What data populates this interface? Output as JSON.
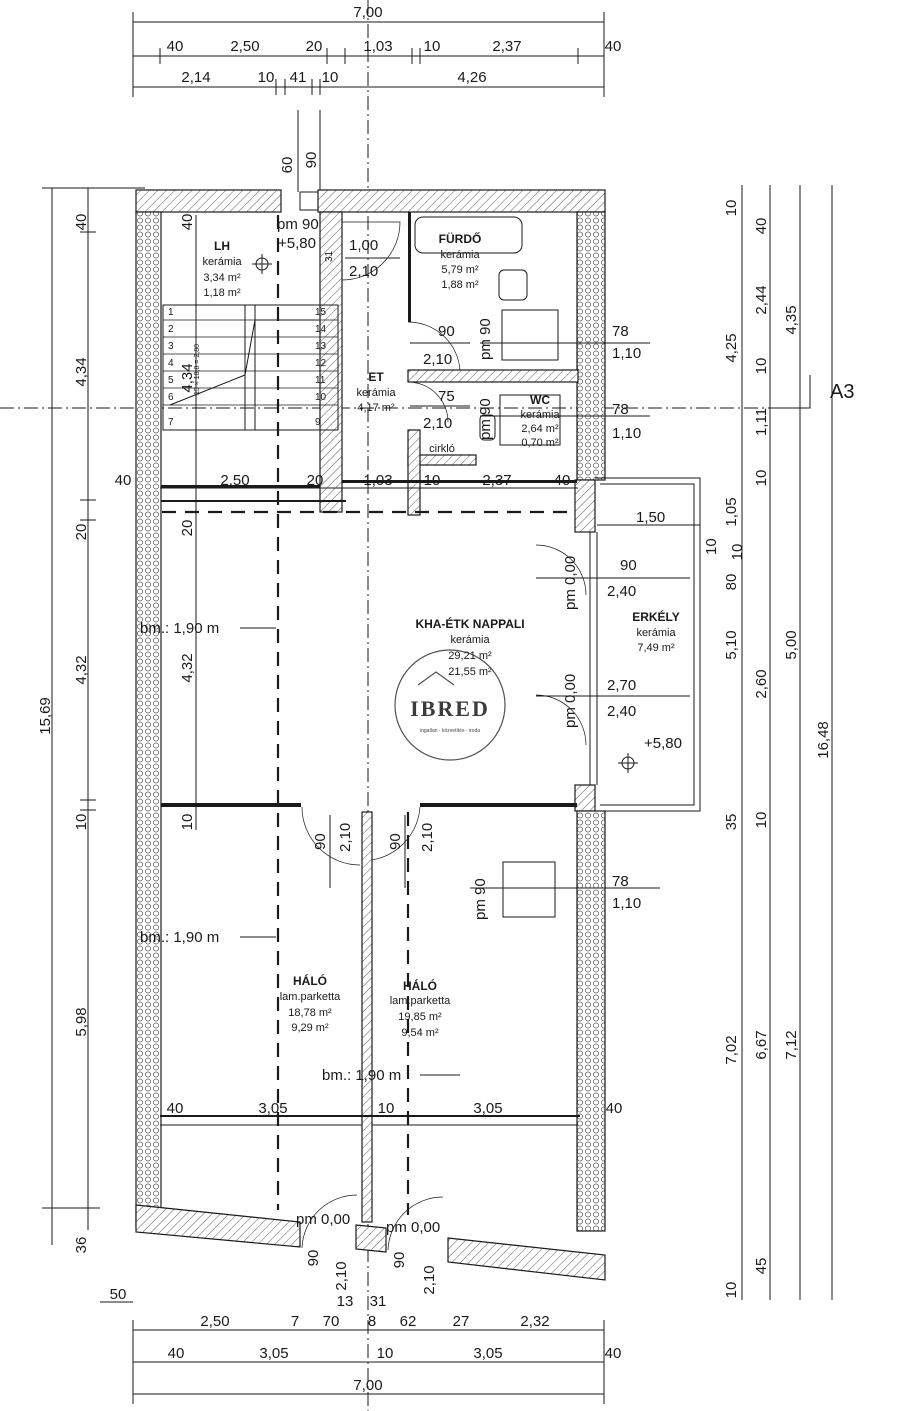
{
  "section_marker": "A3",
  "watermark": {
    "brand": "IBRED",
    "tagline": "ingatlan · közvetítés · iroda"
  },
  "top_dims": {
    "row1": [
      "7,00"
    ],
    "row2": [
      "40",
      "2,50",
      "20",
      "1,03",
      "10",
      "2,37",
      "40"
    ],
    "row3": [
      "2,14",
      "10",
      "41",
      "10",
      "4,26"
    ],
    "vert": [
      "60",
      "90"
    ]
  },
  "bottom_dims": {
    "row1": [
      "50"
    ],
    "row2": [
      "2,50",
      "7",
      "70",
      "13",
      "8",
      "31",
      "62",
      "27",
      "2,32"
    ],
    "row3": [
      "40",
      "3,05",
      "10",
      "3,05",
      "40"
    ],
    "row4": [
      "7,00"
    ],
    "vert": [
      "90",
      "2,10",
      "90",
      "2,10"
    ]
  },
  "left_dims": {
    "outer": [
      "15,69",
      "36"
    ],
    "inner": [
      "40",
      "4,34",
      "20",
      "4,32",
      "10",
      "5,98"
    ],
    "innermost": [
      "40",
      "4,34",
      "20",
      "4,32",
      "10"
    ]
  },
  "right_dims": {
    "col1": [
      "10",
      "4,25",
      "1,05",
      "5,10",
      "35",
      "7,02",
      "10"
    ],
    "col2": [
      "40",
      "2,44",
      "10",
      "1,11",
      "10",
      "10",
      "80",
      "2,60",
      "10",
      "45"
    ],
    "col3": [
      "4,35",
      "5,00",
      "6,67"
    ],
    "col4": [
      "16,48",
      "7,12"
    ]
  },
  "rooms": {
    "lh": {
      "name": "LH",
      "finish": "kerámia",
      "area1": "3,34 m²",
      "area2": "1,18 m²"
    },
    "furdo": {
      "name": "FÜRDŐ",
      "finish": "kerámia",
      "area1": "5,79 m²",
      "area2": "1,88 m²"
    },
    "et": {
      "name": "ET",
      "finish": "kerámia",
      "area1": "4,17 m²"
    },
    "wc": {
      "name": "WC",
      "finish": "kerámia",
      "area1": "2,64 m²",
      "area2": "0,70 m²"
    },
    "cirklo": {
      "name": "cirkló"
    },
    "nappali": {
      "name": "KHA-ÉTK NAPPALI",
      "finish": "kerámia",
      "area1": "29,21 m²",
      "area2": "21,55 m²"
    },
    "erkely": {
      "name": "ERKÉLY",
      "finish": "kerámia",
      "area1": "7,49 m²"
    },
    "halo1": {
      "name": "HÁLÓ",
      "finish": "lam.parketta",
      "area1": "18,78 m²",
      "area2": "9,29 m²"
    },
    "halo2": {
      "name": "HÁLÓ",
      "finish": "lam.parketta",
      "area1": "19,85 m²",
      "area2": "9,54 m²"
    }
  },
  "levels": [
    "+5,80",
    "+5,80"
  ],
  "room_heights": [
    "bm.: 1,90 m",
    "bm.: 1,90 m",
    "bm.: 1,90 m"
  ],
  "interior_dims": {
    "stair_row": [
      "40",
      "2,50",
      "20",
      "1,03",
      "10",
      "2,37",
      "40"
    ],
    "door_et": [
      "1,00",
      "2,10"
    ],
    "pm_top": [
      "pm 90",
      "31"
    ],
    "door_bath": [
      "90",
      "2,10"
    ],
    "door_wc": [
      "75",
      "2,10"
    ],
    "win_bath": [
      "pm 90",
      "78",
      "1,10"
    ],
    "win_wc": [
      "pm 90",
      "78",
      "1,10"
    ],
    "balcony": [
      "1,50",
      "10"
    ],
    "door_balc1": [
      "pm 0,00",
      "90",
      "2,40"
    ],
    "door_balc2": [
      "pm 0,00",
      "2,70",
      "2,40"
    ],
    "doors_halo": [
      "90",
      "2,10",
      "90",
      "2,10"
    ],
    "win_halo": [
      "pm 90",
      "78",
      "1,10"
    ],
    "halo_row": [
      "40",
      "3,05",
      "10",
      "3,05",
      "40"
    ],
    "pm_bottom": [
      "pm 0,00",
      "pm 0,00"
    ]
  },
  "stairs": {
    "left": [
      "1",
      "2",
      "3",
      "4",
      "5",
      "6",
      "7"
    ],
    "right": [
      "15",
      "14",
      "13",
      "12",
      "11",
      "10",
      "9"
    ],
    "note": "15 × 18,8 = 2,80"
  }
}
